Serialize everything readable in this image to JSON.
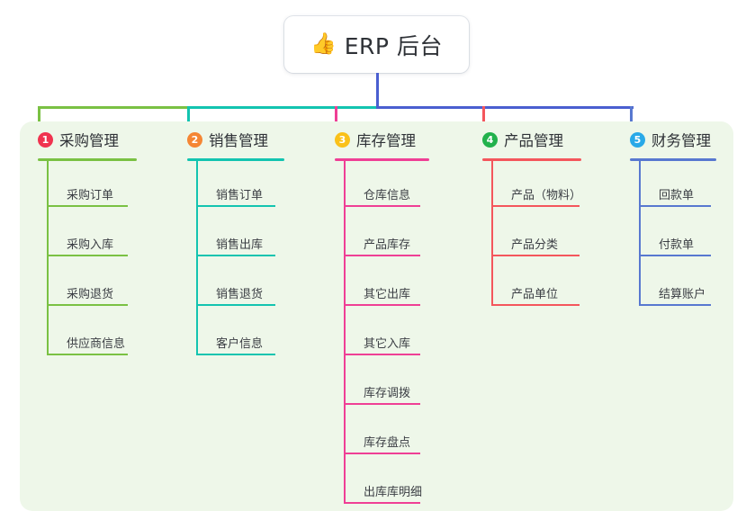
{
  "root": {
    "icon": "thumbs-up-icon",
    "emoji": "👍",
    "title": "ERP 后台"
  },
  "panel": {
    "background": "#eef7e9"
  },
  "bus": {
    "segments": [
      {
        "name": "green-bus",
        "color": "#7ac143"
      },
      {
        "name": "teal-bus",
        "color": "#13c4b0"
      },
      {
        "name": "blue-bus",
        "color": "#4a5fd0"
      }
    ]
  },
  "columns": [
    {
      "index": "1",
      "title": "采购管理",
      "badge_color": "#f0334f",
      "line_color": "#7ac143",
      "items": [
        {
          "label": "采购订单"
        },
        {
          "label": "采购入库"
        },
        {
          "label": "采购退货"
        },
        {
          "label": "供应商信息"
        }
      ]
    },
    {
      "index": "2",
      "title": "销售管理",
      "badge_color": "#f58634",
      "line_color": "#13c4b0",
      "items": [
        {
          "label": "销售订单"
        },
        {
          "label": "销售出库"
        },
        {
          "label": "销售退货"
        },
        {
          "label": "客户信息"
        }
      ]
    },
    {
      "index": "3",
      "title": "库存管理",
      "badge_color": "#fac119",
      "line_color": "#ef3f95",
      "items": [
        {
          "label": "仓库信息"
        },
        {
          "label": "产品库存"
        },
        {
          "label": "其它出库"
        },
        {
          "label": "其它入库"
        },
        {
          "label": "库存调拨"
        },
        {
          "label": "库存盘点"
        },
        {
          "label": "出库库明细"
        }
      ]
    },
    {
      "index": "4",
      "title": "产品管理",
      "badge_color": "#22b14c",
      "line_color": "#f4565c",
      "items": [
        {
          "label": "产品（物料）"
        },
        {
          "label": "产品分类"
        },
        {
          "label": "产品单位"
        }
      ]
    },
    {
      "index": "5",
      "title": "财务管理",
      "badge_color": "#29a9e8",
      "line_color": "#5878d0",
      "items": [
        {
          "label": "回款单"
        },
        {
          "label": "付款单"
        },
        {
          "label": "结算账户"
        }
      ]
    }
  ]
}
